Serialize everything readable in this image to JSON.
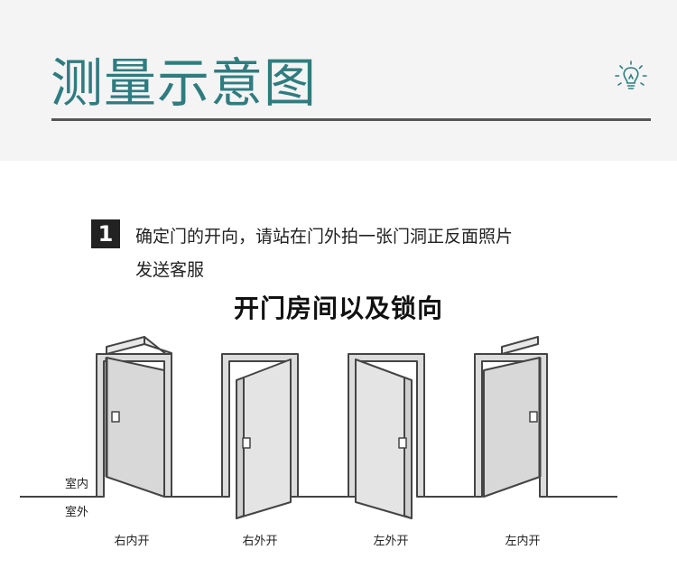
{
  "header": {
    "title": "测量示意图",
    "icon": "lightbulb-icon"
  },
  "step": {
    "number": "1",
    "text_line1": "确定门的开向，请站在门外拍一张门洞正反面照片",
    "text_line2": "发送客服"
  },
  "diagram": {
    "title": "开门房间以及锁向",
    "indoor_label": "室内",
    "outdoor_label": "室外",
    "doors": [
      {
        "label": "右内开"
      },
      {
        "label": "右外开"
      },
      {
        "label": "左外开"
      },
      {
        "label": "左内开"
      }
    ]
  },
  "colors": {
    "title_teal": "#2f7c80",
    "door_fill": "#e8e8e8",
    "door_stroke": "#444444",
    "header_bg": "#f4f4f4"
  }
}
